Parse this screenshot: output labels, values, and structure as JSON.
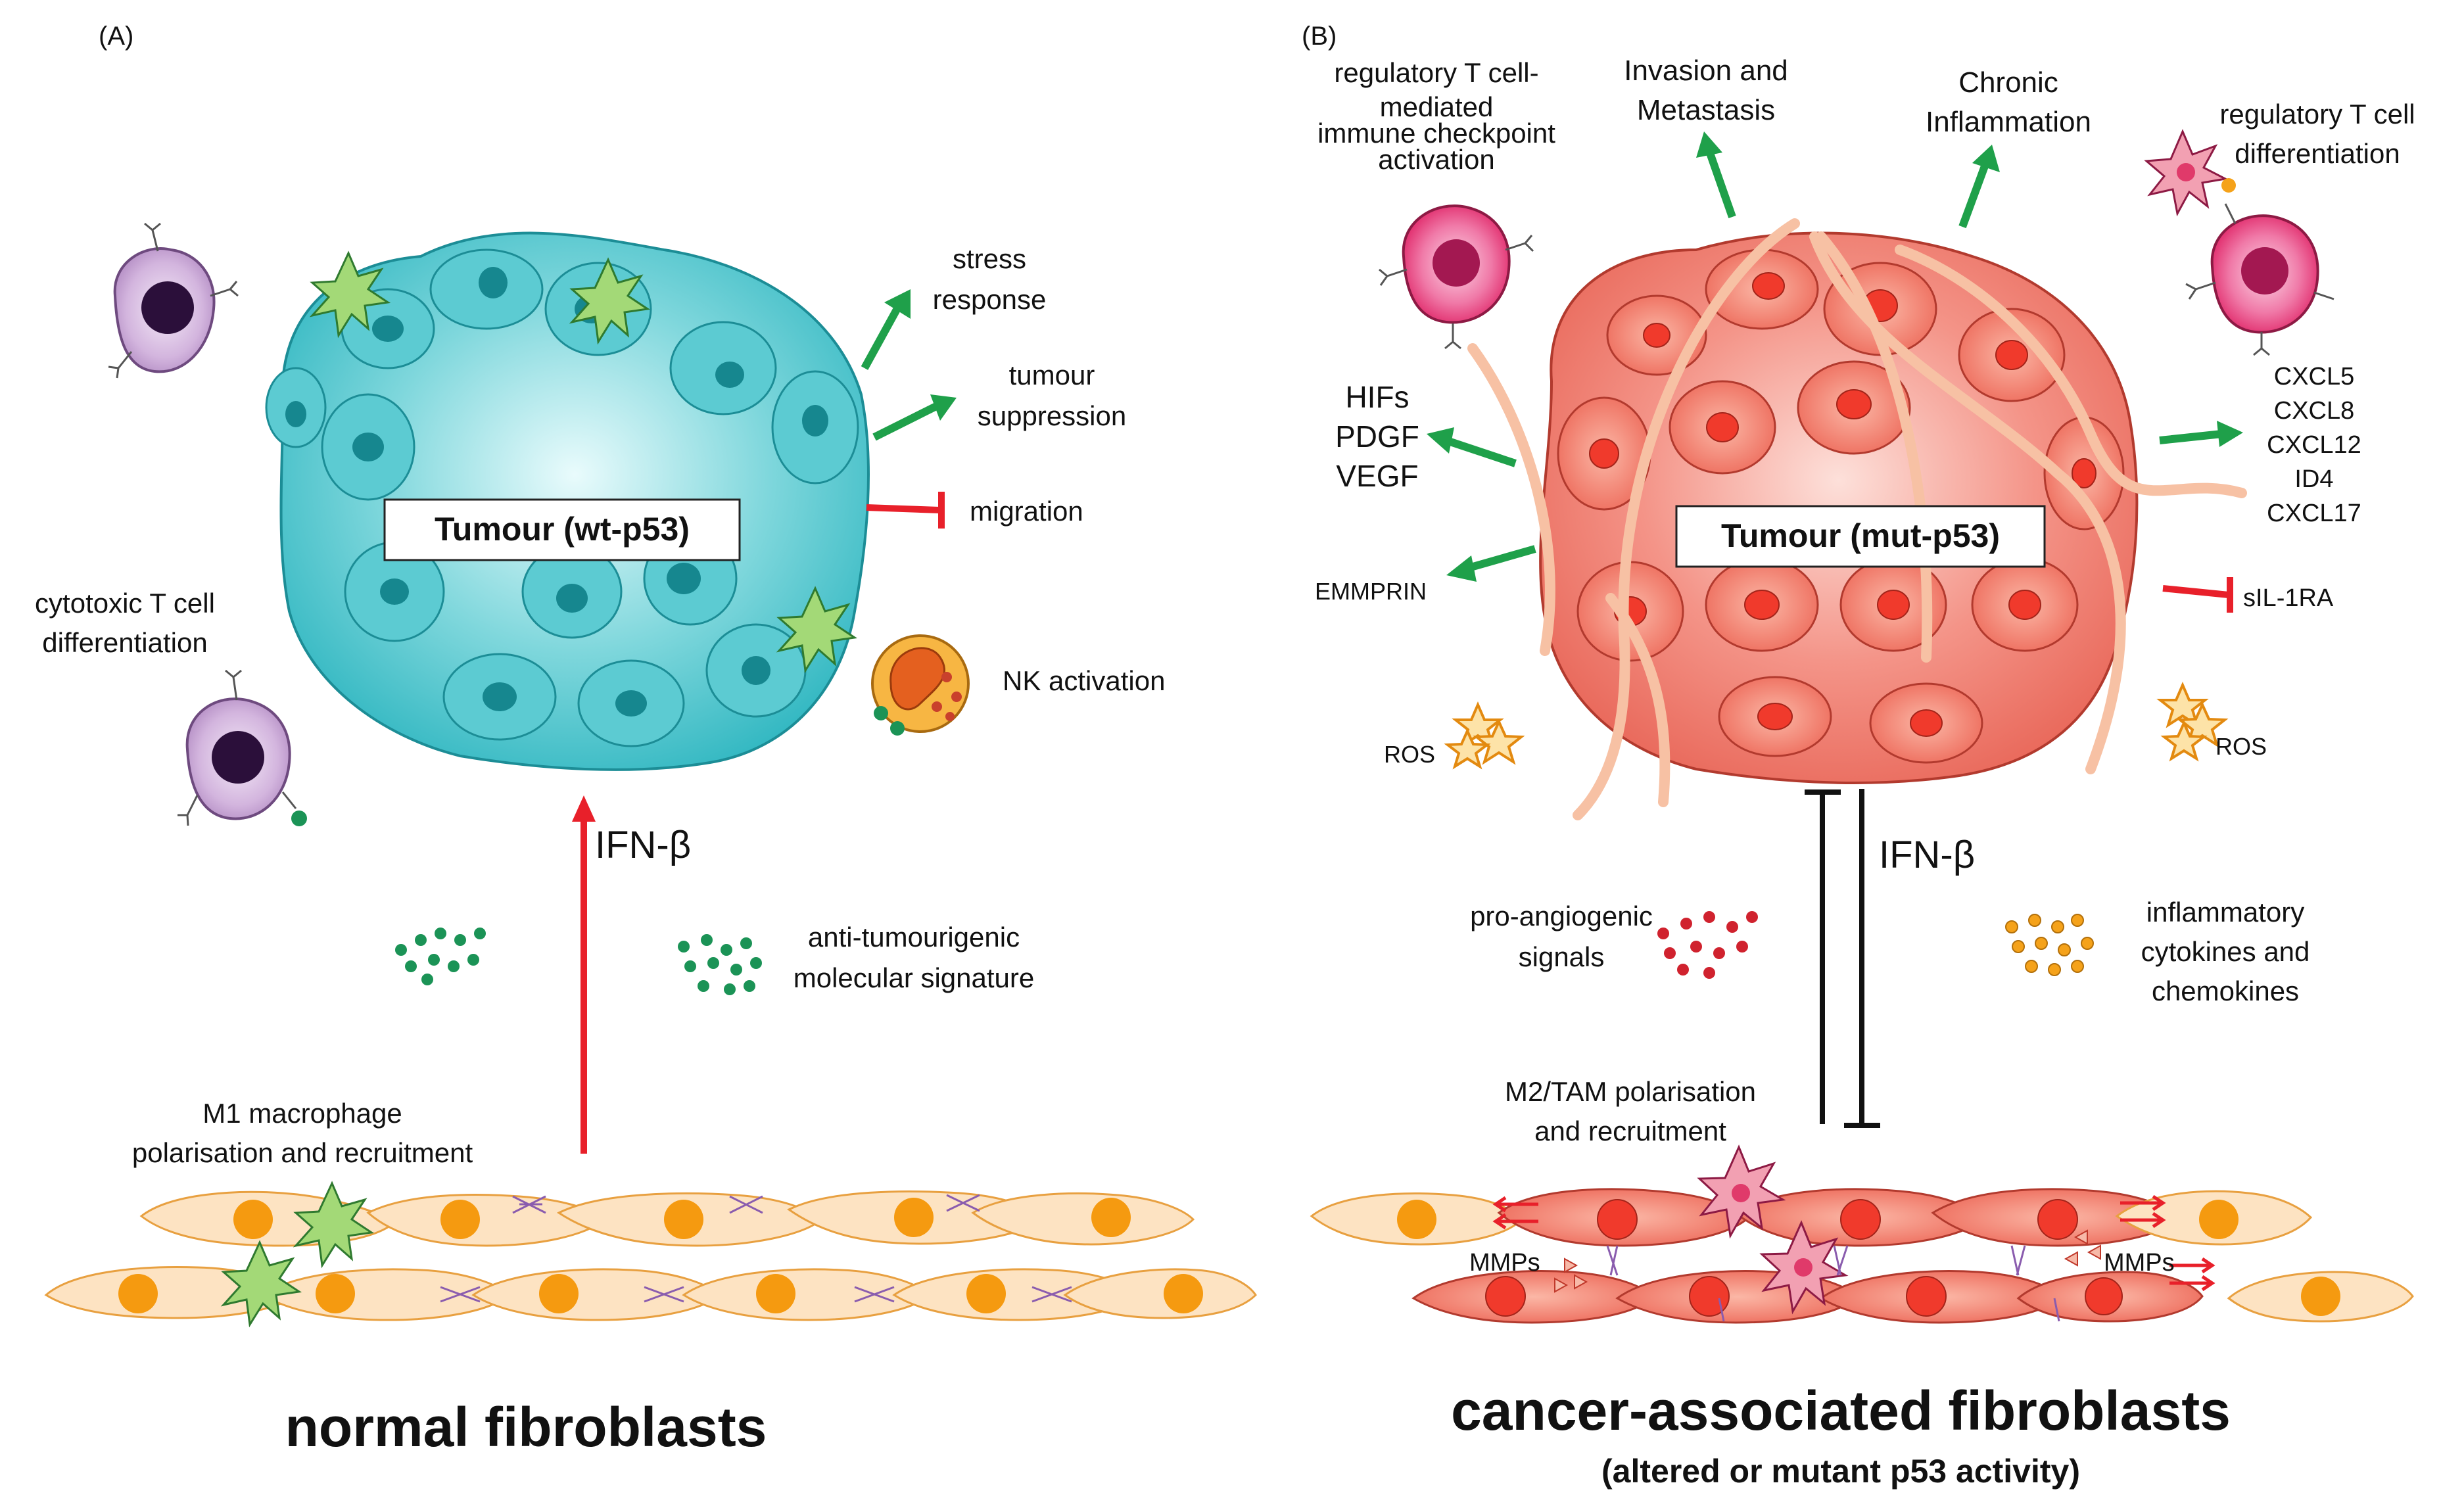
{
  "panel_a": {
    "letter": "(A)",
    "tumour_label": "Tumour (wt-p53)",
    "stress_response": [
      "stress",
      "response"
    ],
    "tumour_suppression": [
      "tumour",
      "suppression"
    ],
    "migration": "migration",
    "nk_activation": "NK activation",
    "cytotoxic": [
      "cytotoxic T cell",
      "differentiation"
    ],
    "ifn": "IFN-β",
    "anti_tumourigenic": [
      "anti-tumourigenic",
      "molecular signature"
    ],
    "m1": [
      "M1 macrophage",
      "polarisation and recruitment"
    ],
    "title": "normal fibroblasts"
  },
  "panel_b": {
    "letter": "(B)",
    "treg_checkpoint": [
      "regulatory T cell-",
      "mediated",
      "immune checkpoint",
      "activation"
    ],
    "invasion": [
      "Invasion and",
      "Metastasis"
    ],
    "chronic": [
      "Chronic",
      "Inflammation"
    ],
    "treg_diff": [
      "regulatory T cell",
      "differentiation"
    ],
    "hifs": [
      "HIFs",
      "PDGF",
      "VEGF"
    ],
    "emmprin": "EMMPRIN",
    "cxcl": [
      "CXCL5",
      "CXCL8",
      "CXCL12",
      "ID4",
      "CXCL17"
    ],
    "sil": "sIL-1RA",
    "tumour_label": "Tumour (mut-p53)",
    "ros": "ROS",
    "ifn": "IFN-β",
    "pro_angio": [
      "pro-angiogenic",
      "signals"
    ],
    "inflammatory": [
      "inflammatory",
      "cytokines and",
      "chemokines"
    ],
    "m2": [
      "M2/TAM polarisation",
      "and recruitment"
    ],
    "mmps": "MMPs",
    "title": "cancer-associated fibroblasts",
    "subtitle": "(altered or mutant p53 activity)"
  },
  "colors": {
    "wt_tumour": "#3cbfc8",
    "mut_tumour": "#ef6b5e",
    "green_arrow": "#1fa04a",
    "red_inhibit": "#e8202a",
    "fibroblast_fill": "#fde3c2",
    "fibroblast_nucleus": "#f59a10",
    "treg_cell": "#e2306d",
    "t_cell": "#c7a3d3"
  }
}
